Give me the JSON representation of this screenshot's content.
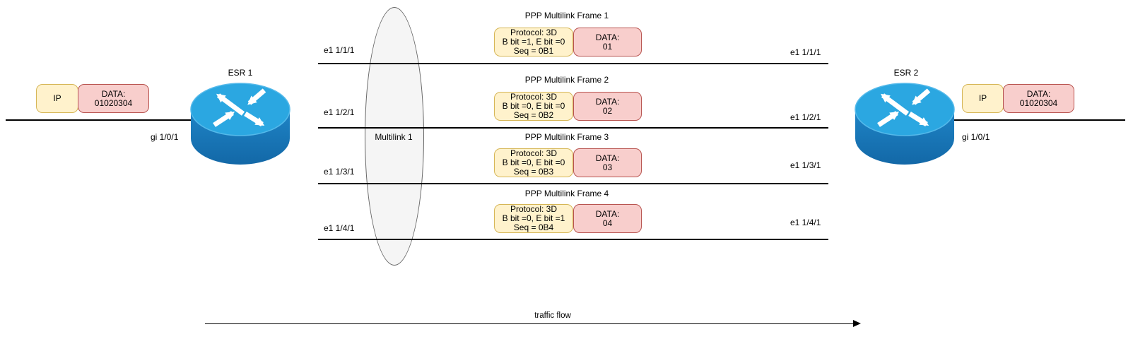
{
  "diagram": {
    "left": {
      "router_label": "ESR 1",
      "interface_label": "gi 1/0/1",
      "packet": {
        "ip_label": "IP",
        "data_label": "DATA:",
        "data_value": "01020304"
      }
    },
    "right": {
      "router_label": "ESR 2",
      "interface_label": "gi 1/0/1",
      "packet": {
        "ip_label": "IP",
        "data_label": "DATA:",
        "data_value": "01020304"
      }
    },
    "multilink_label": "Multilink 1",
    "links": [
      {
        "left_label": "e1 1/1/1",
        "right_label": "e1 1/1/1"
      },
      {
        "left_label": "e1 1/2/1",
        "right_label": "e1 1/2/1"
      },
      {
        "left_label": "e1 1/3/1",
        "right_label": "e1 1/3/1"
      },
      {
        "left_label": "e1 1/4/1",
        "right_label": "e1 1/4/1"
      }
    ],
    "frames": [
      {
        "title": "PPP Multilink Frame 1",
        "protocol": [
          "Protocol: 3D",
          "B bit =1, E bit =0",
          "Seq = 0B1"
        ],
        "data": [
          "DATA:",
          "01"
        ]
      },
      {
        "title": "PPP Multilink Frame 2",
        "protocol": [
          "Protocol: 3D",
          "B bit =0, E bit =0",
          "Seq = 0B2"
        ],
        "data": [
          "DATA:",
          "02"
        ]
      },
      {
        "title": "PPP Multilink Frame 3",
        "protocol": [
          "Protocol: 3D",
          "B bit =0, E bit =0",
          "Seq = 0B3"
        ],
        "data": [
          "DATA:",
          "03"
        ]
      },
      {
        "title": "PPP Multilink Frame 4",
        "protocol": [
          "Protocol: 3D",
          "B bit =0, E bit =1",
          "Seq = 0B4"
        ],
        "data": [
          "DATA:",
          "04"
        ]
      }
    ],
    "traffic_flow_label": "traffic flow",
    "colors": {
      "protocol_box_fill": "#FFF2CC",
      "protocol_box_border": "#D6B656",
      "data_box_fill": "#F8CECC",
      "data_box_border": "#B85450",
      "router_top": "#2BA7E1",
      "router_side": "#1E84C6",
      "multilink_ellipse_fill": "#F5F5F5",
      "multilink_ellipse_border": "#666666",
      "line": "#000000"
    }
  }
}
